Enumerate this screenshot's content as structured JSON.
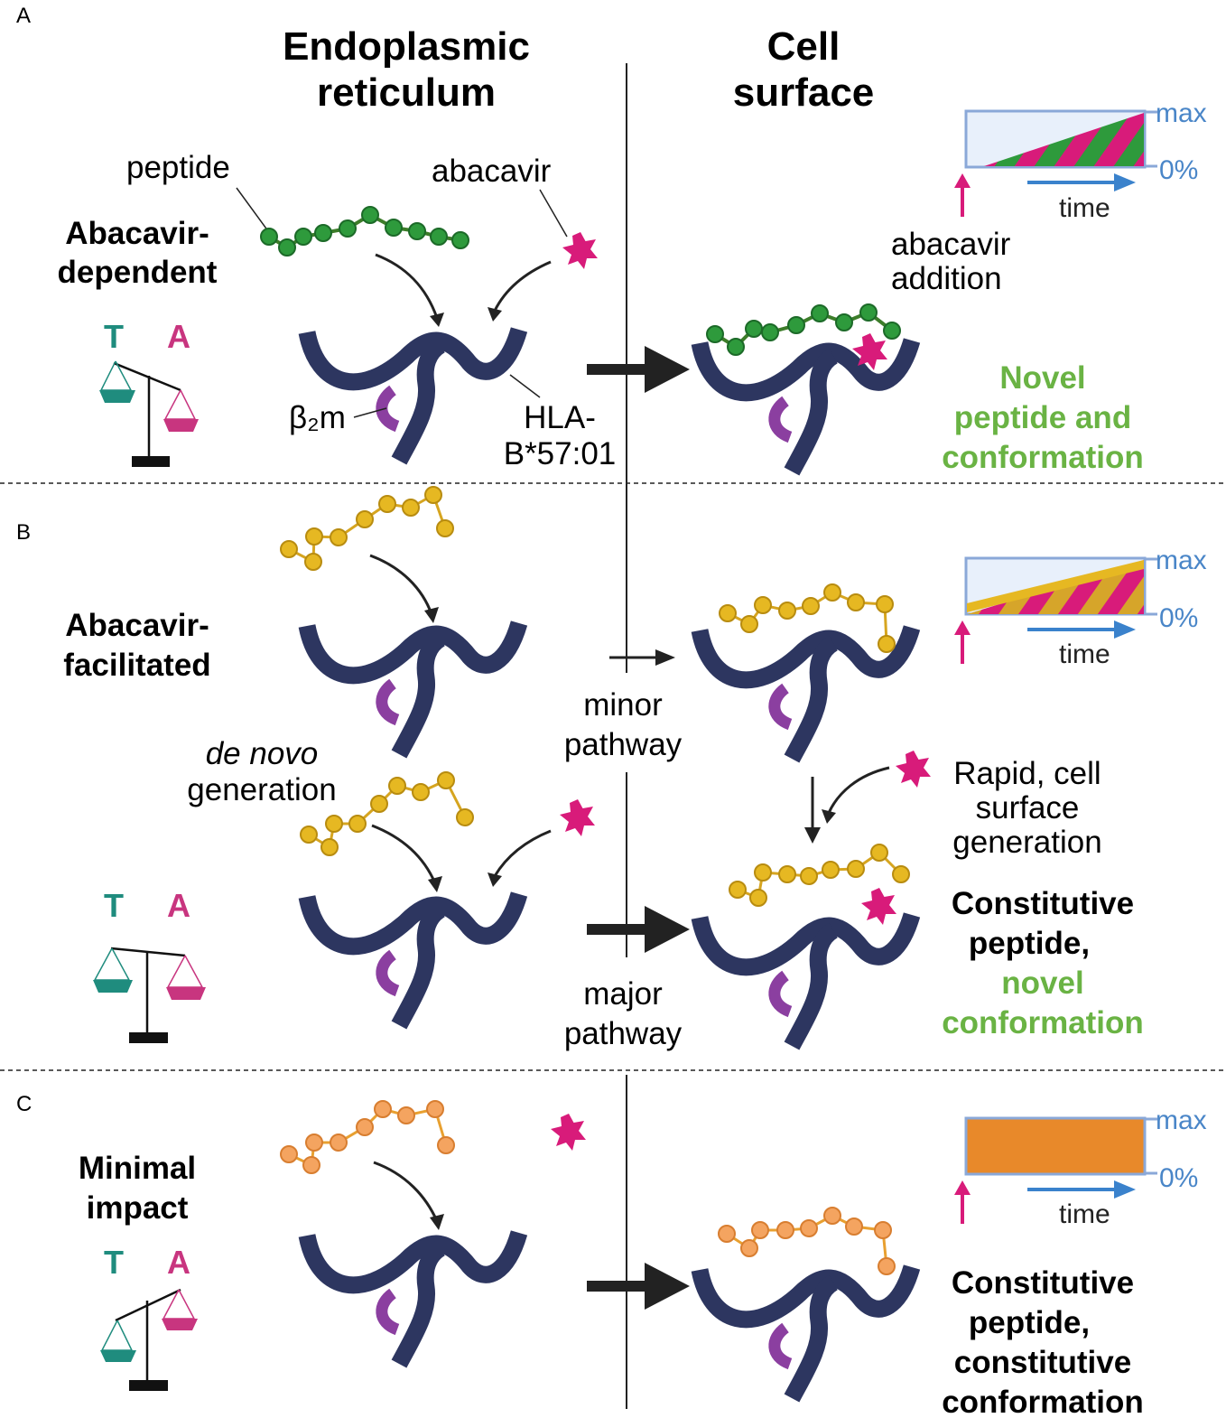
{
  "panels": {
    "a": "A",
    "b": "B",
    "c": "C"
  },
  "headers": {
    "er_line1": "Endoplasmic",
    "er_line2": "reticulum",
    "cs_line1": "Cell",
    "cs_line2": "surface"
  },
  "panel_a": {
    "title_line1": "Abacavir-",
    "title_line2": "dependent",
    "peptide_label": "peptide",
    "abacavir_label": "abacavir",
    "b2m_label": "β₂m",
    "hla_line1": "HLA-",
    "hla_line2": "B*57:01",
    "addition_line1": "abacavir",
    "addition_line2": "addition",
    "outcome_line1": "Novel",
    "outcome_line2": "peptide and",
    "outcome_line3": "conformation"
  },
  "panel_b": {
    "title_line1": "Abacavir-",
    "title_line2": "facilitated",
    "minor_line1": "minor",
    "minor_line2": "pathway",
    "denovo_line1": "de novo",
    "denovo_line2": "generation",
    "rapid_line1": "Rapid, cell",
    "rapid_line2": "surface",
    "rapid_line3": "generation",
    "major_line1": "major",
    "major_line2": "pathway",
    "outcome_line1": "Constitutive",
    "outcome_line2": "peptide,",
    "outcome_line3": "novel",
    "outcome_line4": "conformation"
  },
  "panel_c": {
    "title_line1": "Minimal",
    "title_line2": "impact",
    "outcome_line1": "Constitutive",
    "outcome_line2": "peptide,",
    "outcome_line3": "constitutive",
    "outcome_line4": "conformation"
  },
  "balance": {
    "t": "T",
    "a": "A"
  },
  "mini_chart": {
    "max": "max",
    "zero": "0%",
    "time": "time"
  },
  "colors": {
    "hla": "#2d3660",
    "b2m": "#8b3fa0",
    "abacavir": "#d81b7a",
    "peptide_green": "#2e9a3c",
    "peptide_yellow": "#e6b822",
    "peptide_orange": "#f4a460",
    "t_color": "#1f8c7e",
    "a_color": "#c8357f",
    "green_text": "#6ab344",
    "chart_blue": "#4a86c8",
    "constitutive_orange": "#e8892a"
  }
}
